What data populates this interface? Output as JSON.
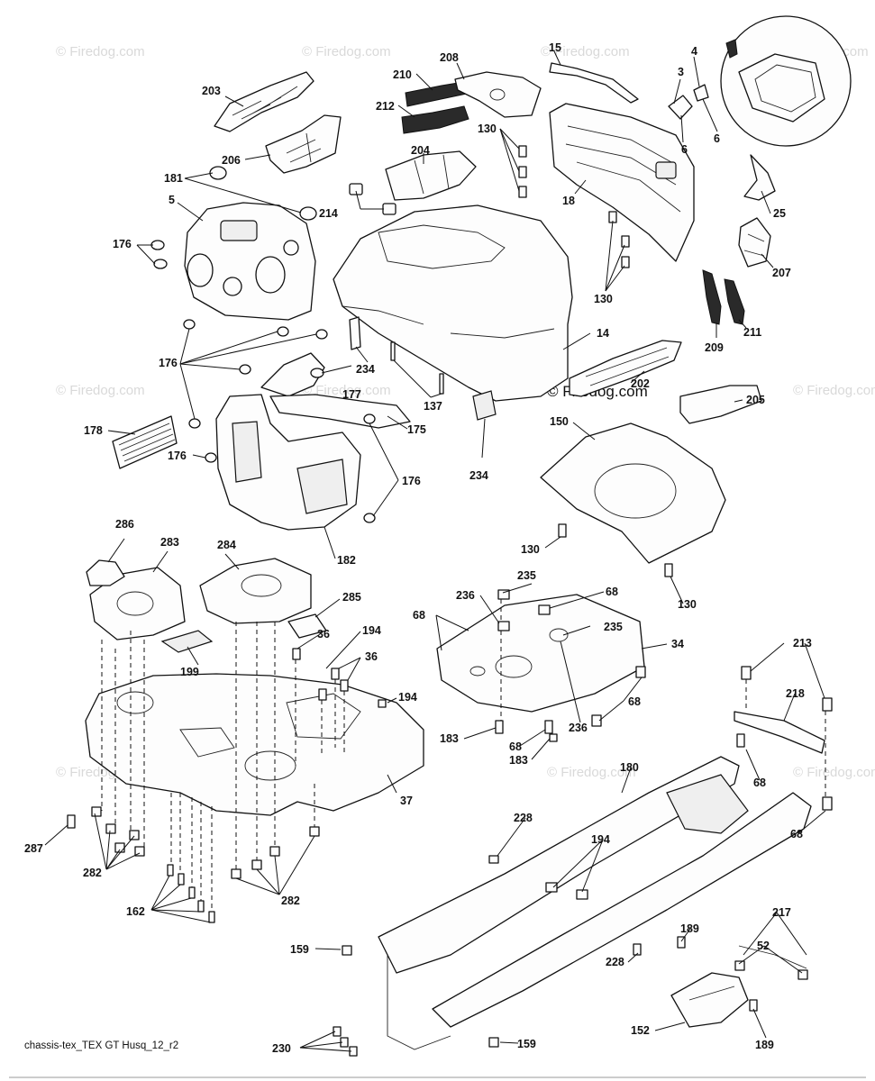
{
  "watermark": {
    "small": "© Firedog.com",
    "main": "© Firedog.com"
  },
  "caption": "chassis-tex_TEX GT Husq_12_r2",
  "callouts": {
    "c3": "3",
    "c4": "4",
    "c5": "5",
    "c6a": "6",
    "c6b": "6",
    "c14": "14",
    "c15": "15",
    "c18": "18",
    "c25": "25",
    "c34": "34",
    "c36a": "36",
    "c36b": "36",
    "c37": "37",
    "c52": "52",
    "c68a": "68",
    "c68b": "68",
    "c68c": "68",
    "c68d": "68",
    "c68e": "68",
    "c68f": "68",
    "c130a": "130",
    "c130b": "130",
    "c130c": "130",
    "c130d": "130",
    "c137": "137",
    "c150": "150",
    "c152": "152",
    "c159a": "159",
    "c159b": "159",
    "c162": "162",
    "c175": "175",
    "c176a": "176",
    "c176b": "176",
    "c176c": "176",
    "c176d": "176",
    "c177": "177",
    "c178": "178",
    "c180": "180",
    "c181": "181",
    "c182": "182",
    "c183a": "183",
    "c183b": "183",
    "c189a": "189",
    "c189b": "189",
    "c194a": "194",
    "c194b": "194",
    "c194c": "194",
    "c199": "199",
    "c202": "202",
    "c203": "203",
    "c204": "204",
    "c205": "205",
    "c206": "206",
    "c207": "207",
    "c208": "208",
    "c209": "209",
    "c210": "210",
    "c211": "211",
    "c212": "212",
    "c213": "213",
    "c214": "214",
    "c217": "217",
    "c218": "218",
    "c228a": "228",
    "c228b": "228",
    "c230": "230",
    "c234a": "234",
    "c234b": "234",
    "c235a": "235",
    "c235b": "235",
    "c236a": "236",
    "c236b": "236",
    "c282a": "282",
    "c282b": "282",
    "c283": "283",
    "c284": "284",
    "c285": "285",
    "c286": "286",
    "c287": "287"
  }
}
